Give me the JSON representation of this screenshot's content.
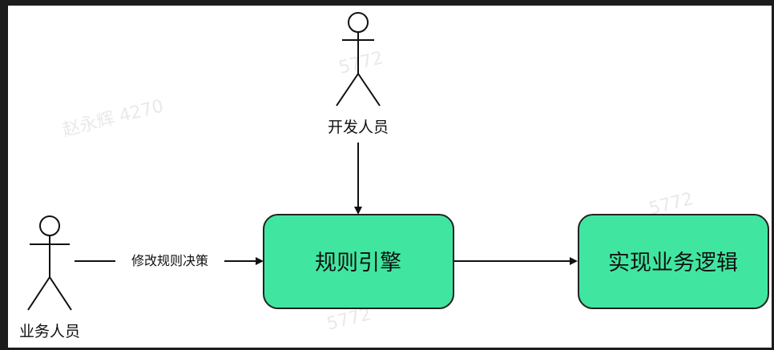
{
  "colors": {
    "frame": "#1c1c1c",
    "background": "#ffffff",
    "node_fill": "#40e6a0",
    "node_stroke": "#222222",
    "line": "#111111"
  },
  "actors": {
    "developer": {
      "label": "开发人员"
    },
    "business": {
      "label": "业务人员"
    }
  },
  "nodes": {
    "rule_engine": {
      "label": "规则引擎"
    },
    "business_logic": {
      "label": "实现业务逻辑"
    }
  },
  "edges": {
    "modify_rules": {
      "label": "修改规则决策"
    }
  },
  "watermarks": [
    "赵永辉 4270",
    "5772",
    "5772",
    "5772"
  ]
}
